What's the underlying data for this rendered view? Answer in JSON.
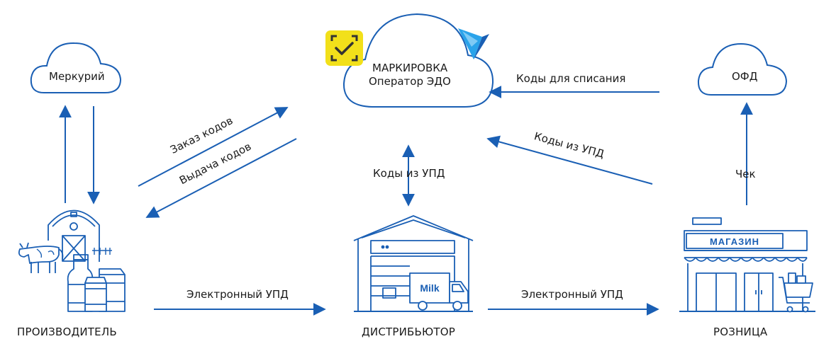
{
  "nodes": {
    "mercury": "Меркурий",
    "marking_title": "МАРКИРОВКА",
    "marking_subtitle": "Оператор ЭДО",
    "ofd": "ОФД",
    "producer": "ПРОИЗВОДИТЕЛЬ",
    "distributor": "ДИСТРИБЬЮТОР",
    "retail": "РОЗНИЦА"
  },
  "edges": {
    "order_codes": "Заказ кодов",
    "issue_codes": "Выдача кодов",
    "codes_upd_center": "Коды из УПД",
    "codes_upd_right": "Коды из УПД",
    "codes_writeoff": "Коды для списания",
    "receipt": "Чек",
    "upd_1": "Электронный УПД",
    "upd_2": "Электронный УПД"
  },
  "illustrations": {
    "store_sign": "МАГАЗИН",
    "truck_text": "Milk"
  },
  "colors": {
    "primary": "#1a5fb4",
    "badge": "#f2e01a",
    "accent": "#2aa3ea",
    "text": "#1a1a1a"
  }
}
